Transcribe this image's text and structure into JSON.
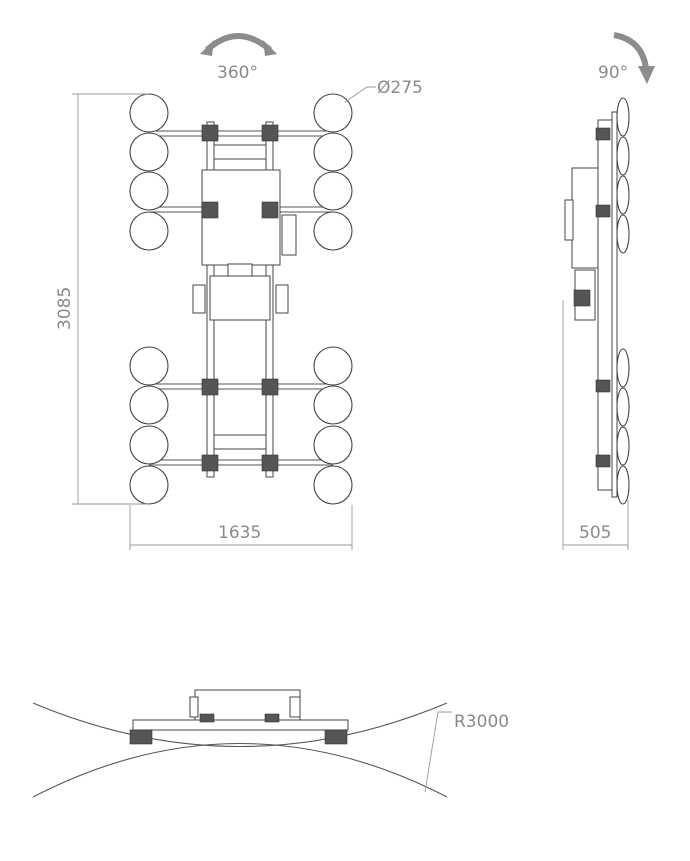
{
  "labels": {
    "rotation_top": "360°",
    "rotation_side": "90°",
    "pad_diameter": "Ø275",
    "height": "3085",
    "width": "1635",
    "depth": "505",
    "radius": "R3000"
  },
  "colors": {
    "line": "#444444",
    "dimension": "#8a8a8a",
    "arrow": "#8c8c8c"
  }
}
